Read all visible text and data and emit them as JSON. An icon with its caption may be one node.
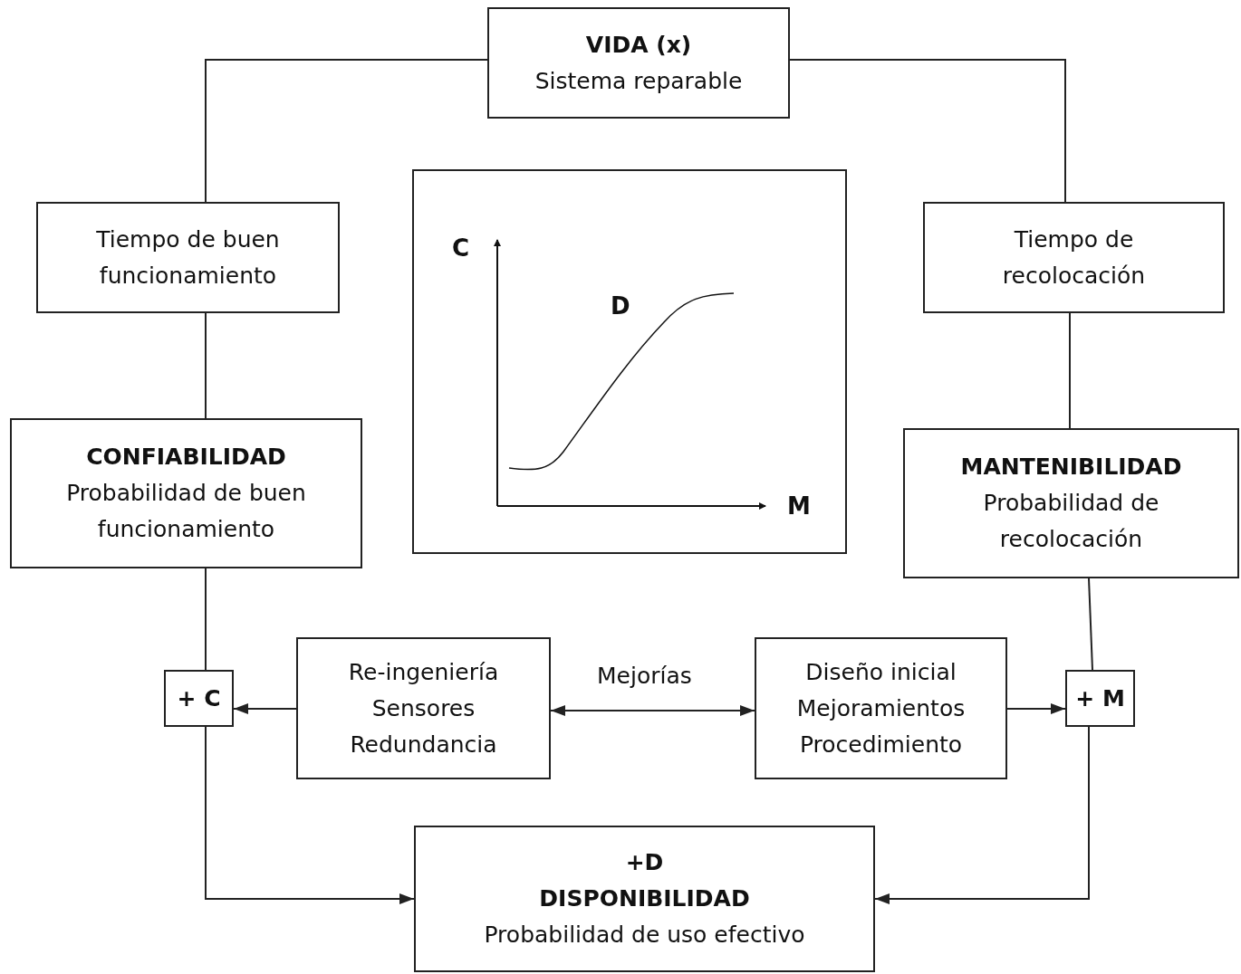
{
  "diagram": {
    "nodes": [
      {
        "text": [
          "VIDA (x)",
          "Sistema reparable"
        ]
      },
      {
        "text": [
          "Tiempo de buen funcionamiento"
        ]
      },
      {
        "text": [
          "C",
          "D",
          "M"
        ]
      },
      {
        "text": [
          "Tiempo de recolocación"
        ]
      },
      {
        "text": [
          "CONFIABILIDAD",
          "Probabilidad de buen funcionamiento"
        ]
      },
      {
        "text": [
          "MANTENIBILIDAD",
          "Probabilidad de recolocación"
        ]
      },
      {
        "text": [
          "+ C"
        ]
      },
      {
        "text": [
          "Re-ingeniería",
          "Sensores",
          "Redundancia"
        ]
      },
      {
        "text": [
          "Diseño inicial",
          "Mejoramientos",
          "Procedimiento"
        ]
      },
      {
        "text": [
          "+ M"
        ]
      },
      {
        "text": [
          "+D",
          "DISPONIBILIDAD",
          "Probabilidad de uso efectivo"
        ]
      }
    ],
    "edges": [
      {
        "from": 0,
        "to": 1,
        "arrow": "none"
      },
      {
        "from": 0,
        "to": 3,
        "arrow": "none"
      },
      {
        "from": 1,
        "to": 4,
        "arrow": "none"
      },
      {
        "from": 3,
        "to": 5,
        "arrow": "none"
      },
      {
        "from": 4,
        "to": 6,
        "arrow": "none"
      },
      {
        "from": 5,
        "to": 9,
        "arrow": "none"
      },
      {
        "from": 7,
        "to": 6,
        "arrow": "to"
      },
      {
        "from": 7,
        "to": 8,
        "arrow": "both",
        "label": "Mejorías"
      },
      {
        "from": 8,
        "to": 9,
        "arrow": "to"
      },
      {
        "from": 6,
        "to": 10,
        "arrow": "to"
      },
      {
        "from": 9,
        "to": 10,
        "arrow": "to"
      }
    ]
  }
}
